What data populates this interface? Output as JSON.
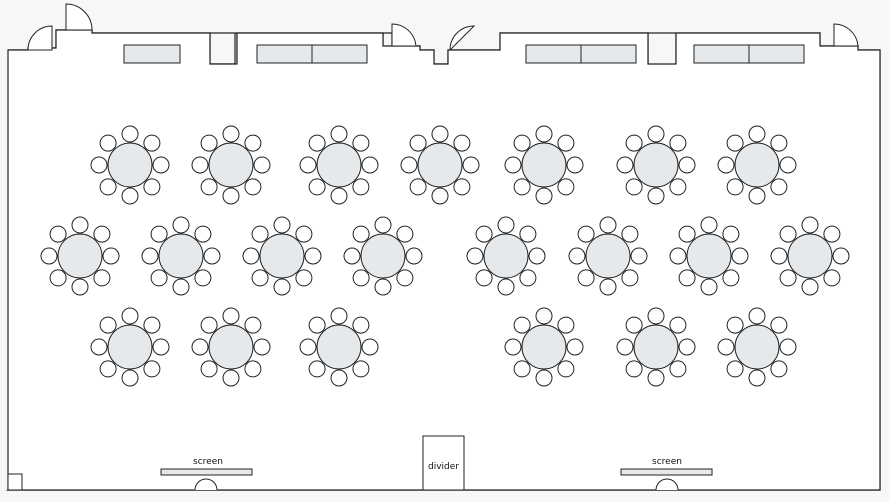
{
  "labels": {
    "screen_left": "screen",
    "screen_right": "screen",
    "divider": "divider"
  },
  "colors": {
    "background": "#f7f7f7",
    "room_fill": "#ffffff",
    "stroke": "#222222",
    "table_fill": "#e6e9ec",
    "window_fill": "#e6e9ec"
  },
  "layout": {
    "table_shape": "round",
    "chairs_per_table": 8,
    "rows": [
      {
        "name": "row-1",
        "tables": 7
      },
      {
        "name": "row-2",
        "tables": 8
      },
      {
        "name": "row-3",
        "tables": 6
      }
    ],
    "total_tables": 21
  }
}
